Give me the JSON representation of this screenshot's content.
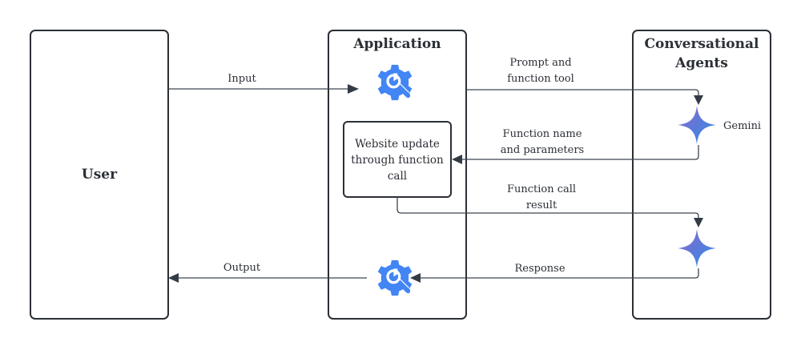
{
  "lanes": {
    "user": {
      "title": "User"
    },
    "application": {
      "title": "Application"
    },
    "agents": {
      "title_line1": "Conversational",
      "title_line2": "Agents"
    }
  },
  "process_box": {
    "line1": "Website update",
    "line2": "through function",
    "line3": "call"
  },
  "edges": {
    "input": {
      "label": "Input"
    },
    "prompt": {
      "line1": "Prompt and",
      "line2": "function tool"
    },
    "function_name": {
      "line1": "Function name",
      "line2": "and parameters"
    },
    "function_result": {
      "line1": "Function call",
      "line2": "result"
    },
    "response": {
      "label": "Response"
    },
    "output": {
      "label": "Output"
    }
  },
  "agents": {
    "gemini_label": "Gemini"
  },
  "icons": {
    "tool": "gear-wrench-icon",
    "model": "gemini-sparkle-icon"
  },
  "colors": {
    "gear_blue": "#4285f4",
    "gemini_purple": "#9168c0",
    "gemini_blue": "#3c8dde",
    "stroke": "#2b2f36"
  }
}
